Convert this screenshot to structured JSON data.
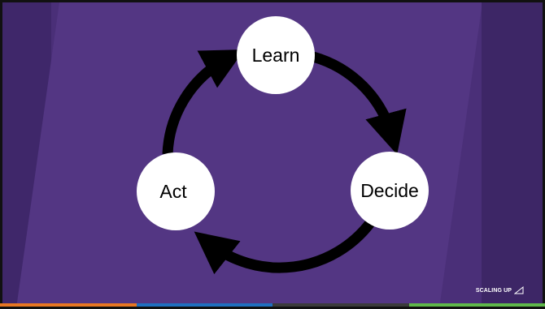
{
  "slide": {
    "background_color": "#4a2f78",
    "accent_bar_colors": [
      "#e87722",
      "#1f6fbf",
      "#3b3b3b",
      "#5fb84a"
    ]
  },
  "diagram": {
    "nodes": [
      {
        "id": "learn",
        "label": "Learn"
      },
      {
        "id": "decide",
        "label": "Decide"
      },
      {
        "id": "act",
        "label": "Act"
      }
    ],
    "cycle": [
      "learn",
      "decide",
      "act",
      "learn"
    ],
    "arrow_color": "#000000",
    "node_fill": "#ffffff"
  },
  "logo": {
    "text": "SCALING UP",
    "icon": "triangle-logo-icon"
  }
}
